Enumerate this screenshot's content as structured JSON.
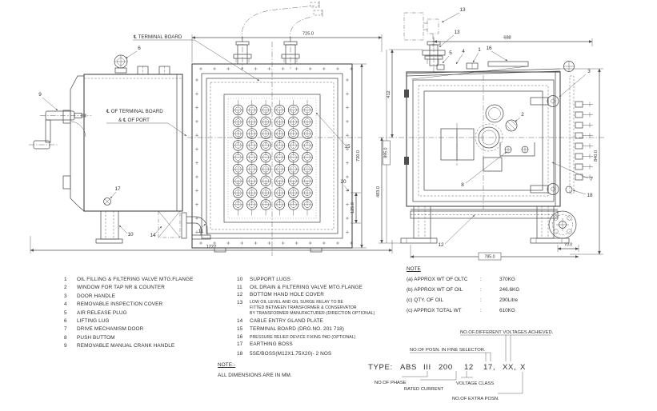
{
  "meta": {
    "background": "#ffffff",
    "line_color": "#4f4f4f",
    "text_color": "#2e2e2e"
  },
  "drawing": {
    "centerline_labels": {
      "terminal_board_top": "℄  TERMINAL BOARD",
      "port_line1": "℄ OF TERMINAL BOARD",
      "port_line2": "& ℄ OF PORT"
    },
    "balloons": {
      "b1": "1",
      "b2": "2",
      "b3": "3",
      "b4": "4",
      "b5": "5",
      "b6": "6",
      "b7": "7",
      "b8": "8",
      "b9": "9",
      "b10": "10",
      "b11": "11",
      "b12": "12",
      "b13": "13",
      "b14": "14",
      "b15": "15",
      "b16": "16",
      "b17": "17",
      "b18": "18",
      "b20": "20"
    },
    "dimensions": {
      "front_width": "725.0",
      "front_height": "720.0",
      "front_flange_offset": "125.0",
      "overall_length": "1222",
      "side_top_width": "688",
      "side_upper_height": "412",
      "side_lower_height": "483.0",
      "side_total_height": "895.0",
      "side_overall_height": "840.0",
      "side_base_width": "785.0",
      "side_foot_offset": "70.0"
    },
    "terminal_grid": {
      "cols": 6,
      "rows": 9
    },
    "stud_count": 8
  },
  "parts": {
    "p1": {
      "num": "1",
      "text": "OIL FILLING & FILTERING VALVE MTG.FLANGE"
    },
    "p2": {
      "num": "2",
      "text": "WINDOW FOR TAP NR & COUNTER"
    },
    "p3": {
      "num": "3",
      "text": "DOOR HANDLE"
    },
    "p4": {
      "num": "4",
      "text": "REMOVABLE INSPECTION COVER"
    },
    "p5": {
      "num": "5",
      "text": "AIR RELEASE PLUG"
    },
    "p6": {
      "num": "6",
      "text": "LIFTING LUG"
    },
    "p7": {
      "num": "7",
      "text": "DRIVE MECHANISM DOOR"
    },
    "p8": {
      "num": "8",
      "text": "PUSH BUTTOM"
    },
    "p9": {
      "num": "9",
      "text": "REMOVABLE MANUAL CRANK HANDLE"
    },
    "p10": {
      "num": "10",
      "text": "SUPPORT LUGS"
    },
    "p11": {
      "num": "11",
      "text": "OIL DRAIN & FILTERING VALVE MTG.FLANGE"
    },
    "p12": {
      "num": "12",
      "text": "BOTTOM HAND HOLE COVER"
    },
    "p13": {
      "num": "13",
      "text": "LOW OIL LEVEL AND OIL SURGE RELAY TO BE",
      "text2": "FITTED BETWEEN TRANSFORMER & CONSERVATOR",
      "text3": "BY TRANSFORMER MANUFACTURER-(DIRECTION OPTIONAL)"
    },
    "p14": {
      "num": "14",
      "text": "CABLE ENTRY GLAND PLATE"
    },
    "p15": {
      "num": "15",
      "text": "TERMINAL BOARD (DRG.NO. 201 718)"
    },
    "p16": {
      "num": "16",
      "text": "PRESSURE RELIEF DEVICE FIXING PAD (OPTIONAL)"
    },
    "p17": {
      "num": "17",
      "text": "EARTHING BOSS"
    },
    "p18": {
      "num": "18",
      "text": "5SE/BOSS(M12X1.75X20)- 2 NOS"
    }
  },
  "weight_note": {
    "title": "NOTE",
    "sep": ":",
    "a_label": "(a) APPROX WT OF OLTC",
    "a_value": "370KG",
    "b_label": "(b) APPROX WT OF OIL",
    "b_value": "246.6KG",
    "c_label": "(c) QTY. OF OIL",
    "c_value": "290Litre",
    "d_label": "(c) APPROX TOTAL WT",
    "d_value": "610KG"
  },
  "dim_note": {
    "title": "NOTE:-",
    "text": "ALL DIMENSIONS ARE IN MM."
  },
  "type_plate": {
    "prefix": "TYPE:",
    "seg_abs": "ABS",
    "seg_phase": "III",
    "seg_current": "200",
    "seg_voltage": "12",
    "seg_fine": "17,",
    "seg_volt_achieved": "XX,",
    "seg_extra": "X",
    "label_volt_achieved": "NO.OF.DIFFERENT VOLTAGES ACHIEVED.",
    "label_fine": "NO.OF POSN. IN FINE SELECTOR.",
    "label_phase": "NO.OF PHASE",
    "label_current": "RATED CURRENT",
    "label_voltage": "VOLTAGE CLASS",
    "label_extra": "NO.OF EXTRA POSN."
  }
}
